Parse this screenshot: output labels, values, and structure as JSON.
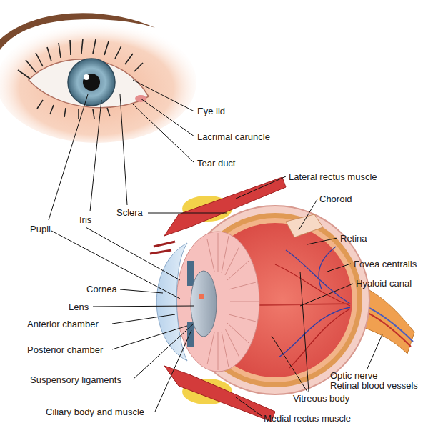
{
  "diagram": {
    "labels": [
      "Eye lid",
      "Lacrimal caruncle",
      "Tear duct",
      "Lateral rectus muscle",
      "Choroid",
      "Retina",
      "Fovea centralis",
      "Hyaloid canal",
      "Optic nerve",
      "Retinal blood vessels",
      "Vitreous body",
      "Medial rectus muscle",
      "Ciliary body and muscle",
      "Suspensory ligaments",
      "Posterior chamber",
      "Anterior chamber",
      "Lens",
      "Cornea",
      "Pupil",
      "Iris",
      "Sclera"
    ]
  }
}
